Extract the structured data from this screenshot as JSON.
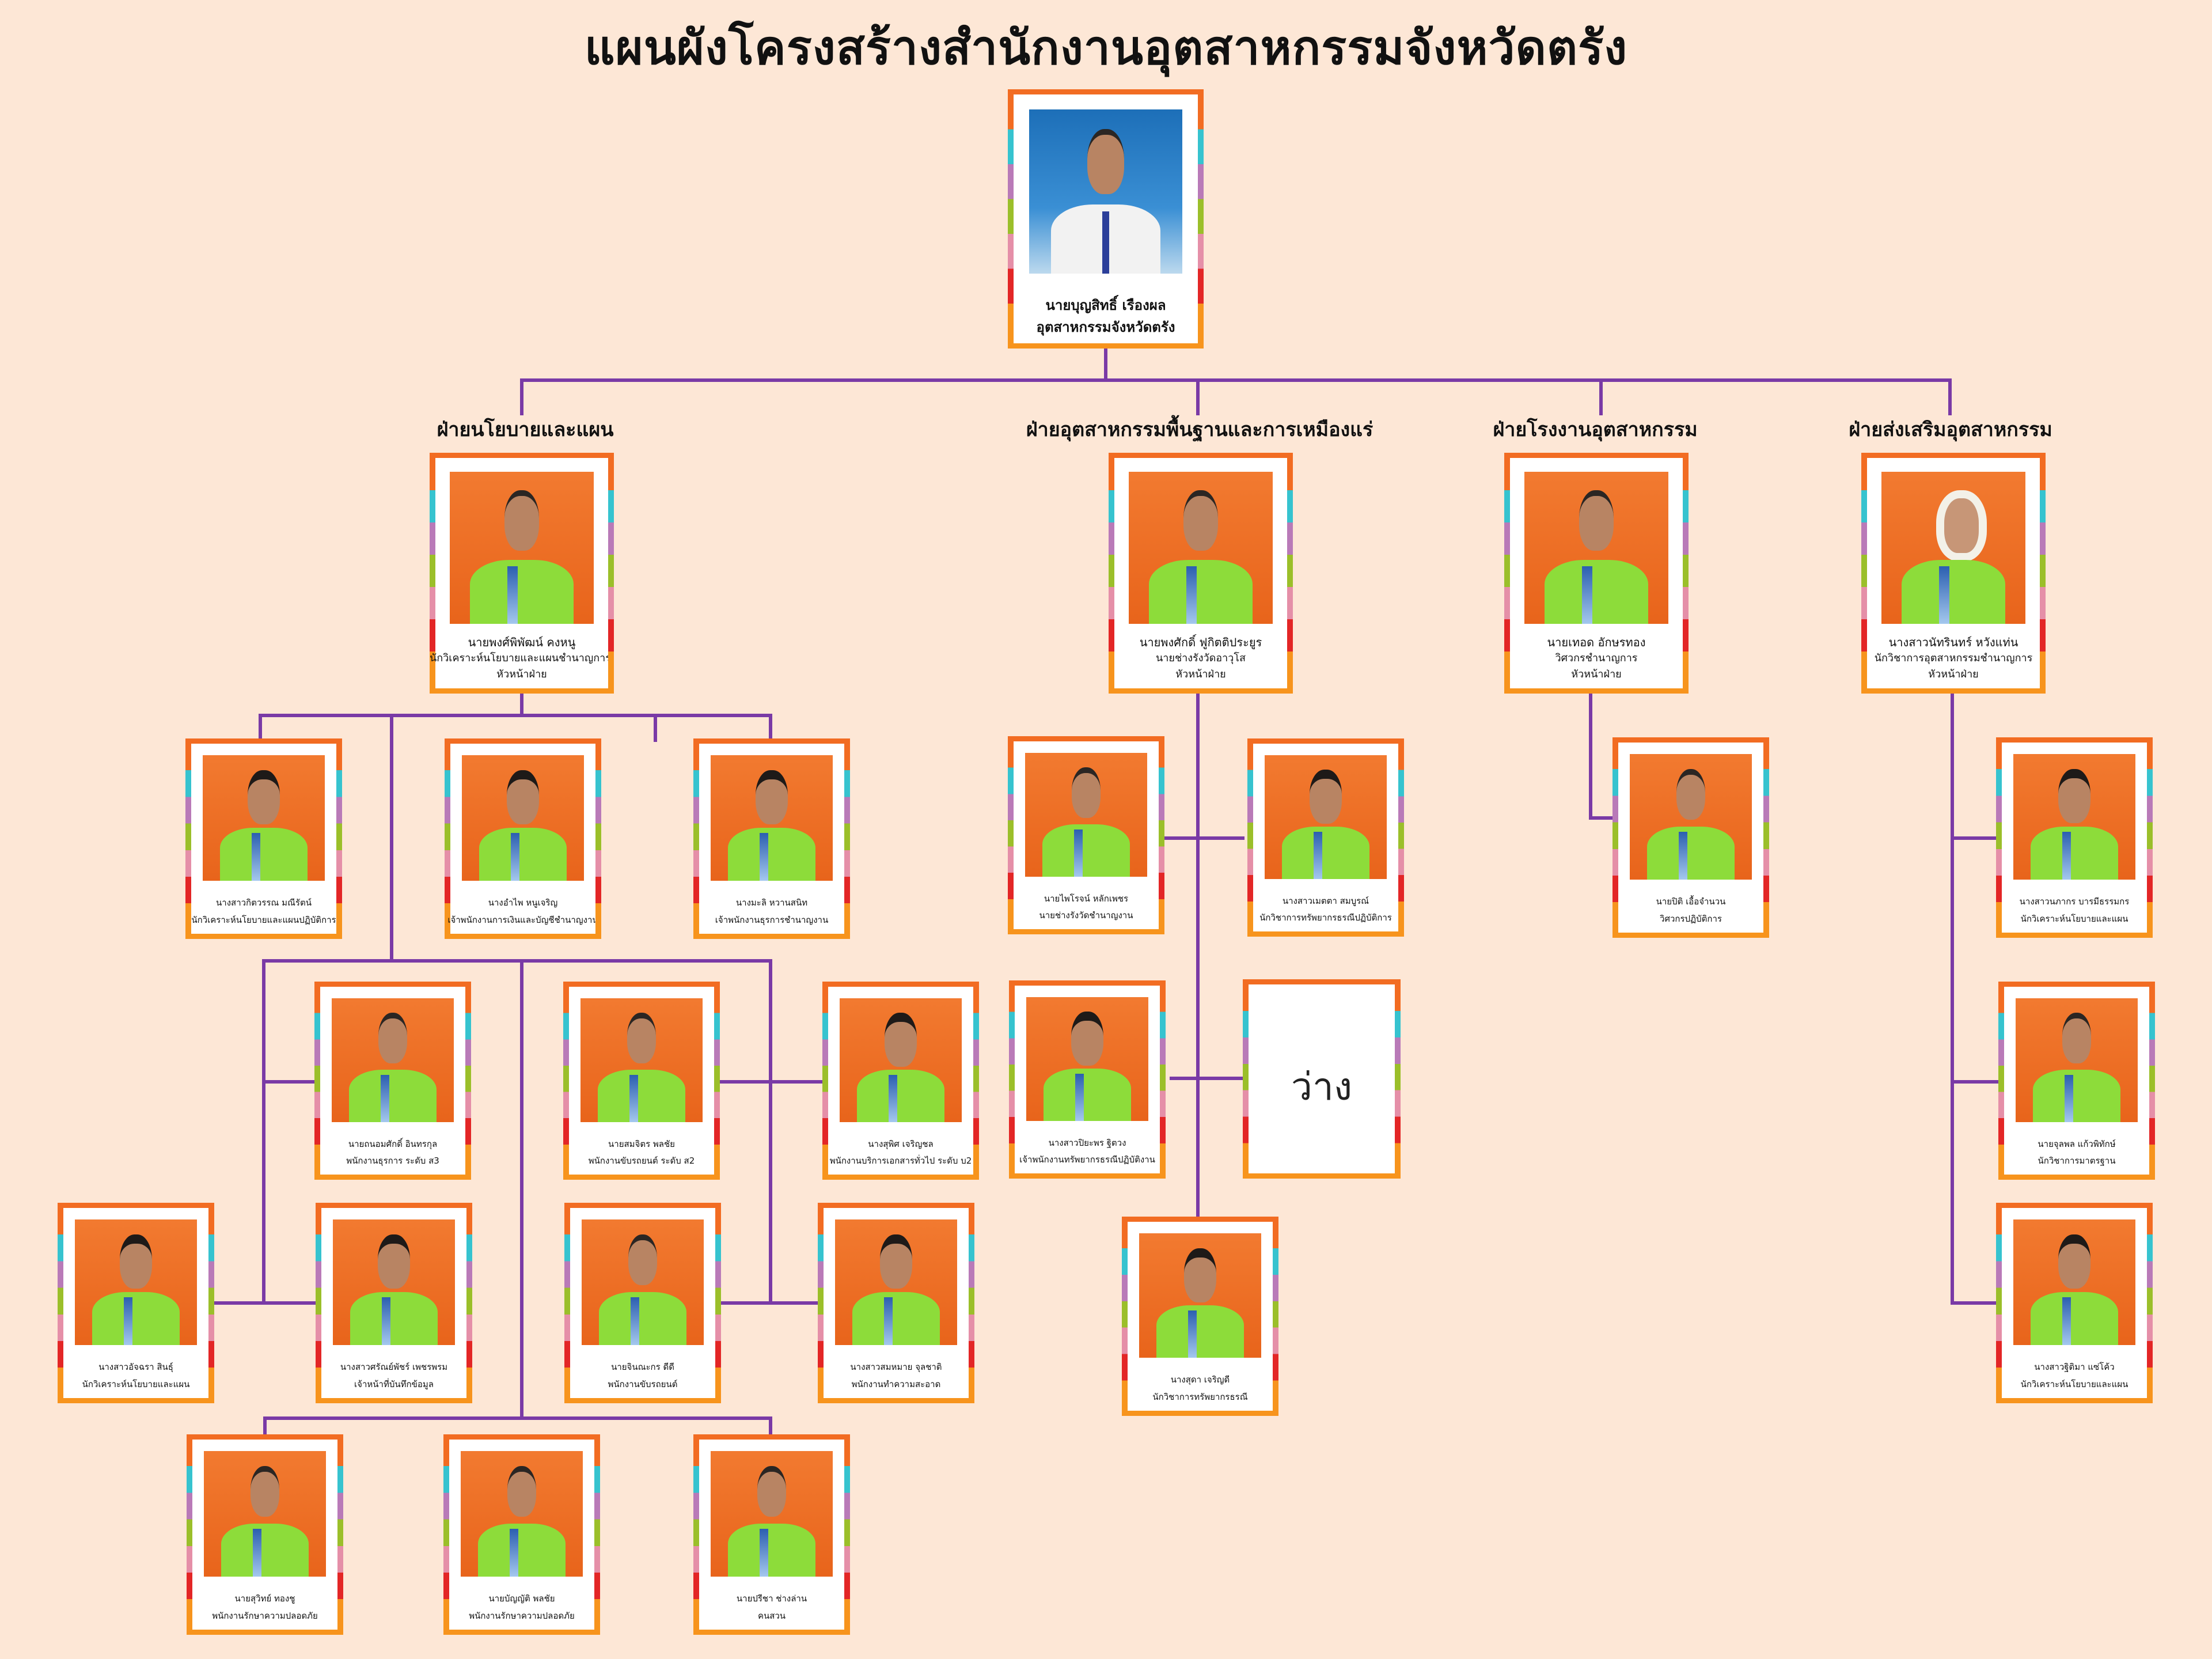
{
  "title": "แผนผังโครงสร้างสำนักงานอุตสาหกรรมจังหวัดตรัง",
  "colors": {
    "line": "#7a3aa6",
    "background": "#fde7d6",
    "card_border": "#f26c22"
  },
  "director": {
    "name": "นายบุญสิทธิ์ เรืองผล",
    "position": "อุตสาหกรรมจังหวัดตรัง",
    "icon": "portrait-icon"
  },
  "departments": [
    {
      "label": "ฝ่ายนโยบายและแผน"
    },
    {
      "label": "ฝ่ายอุตสาหกรรมพื้นฐานและการเหมืองแร่"
    },
    {
      "label": "ฝ่ายโรงงานอุตสาหกรรม"
    },
    {
      "label": "ฝ่ายส่งเสริมอุตสาหกรรม"
    }
  ],
  "heads": [
    {
      "name": "นายพงศ์พิพัฒน์ คงหนู",
      "position": "นักวิเคราะห์นโยบายและแผนชำนาญการพิเศษ",
      "role": "หัวหน้าฝ่าย"
    },
    {
      "name": "นายพงศักดิ์ ฟูกิตติประยูร",
      "position": "นายช่างรังวัดอาวุโส",
      "role": "หัวหน้าฝ่าย"
    },
    {
      "name": "นายเทอด อักษรทอง",
      "position": "วิศวกรชำนาญการ",
      "role": "หัวหน้าฝ่าย"
    },
    {
      "name": "นางสาวนัทรินทร์ หวังแท่น",
      "position": "นักวิชาการอุตสาหกรรมชำนาญการ",
      "role": "หัวหน้าฝ่าย"
    }
  ],
  "policy_row1": [
    {
      "name": "นางสาวกิตวรรณ มณีรัตน์",
      "position": "นักวิเคราะห์นโยบายและแผนปฏิบัติการ"
    },
    {
      "name": "นางอำไพ หนูเจริญ",
      "position": "เจ้าพนักงานการเงินและบัญชีชำนาญงาน"
    },
    {
      "name": "นางมะลิ หวานสนิท",
      "position": "เจ้าพนักงานธุรการชำนาญงาน"
    }
  ],
  "policy_row2": [
    {
      "name": "นายถนอมศักดิ์ อินทรกุล",
      "position": "พนักงานธุรการ ระดับ ส3"
    },
    {
      "name": "นายสมจิตร พลชัย",
      "position": "พนักงานขับรถยนต์ ระดับ ส2"
    },
    {
      "name": "นางสุพิศ เจริญชล",
      "position": "พนักงานบริการเอกสารทั่วไป ระดับ บ2"
    }
  ],
  "policy_row3": [
    {
      "name": "นางสาวอัจฉรา สินธุ์",
      "position": "นักวิเคราะห์นโยบายและแผน"
    },
    {
      "name": "นางสาวศรัณย์พัชร์ เพชรพรม",
      "position": "เจ้าหน้าที่บันทึกข้อมูล"
    },
    {
      "name": "นายจินณะกร ดีดี",
      "position": "พนักงานขับรถยนต์"
    },
    {
      "name": "นางสาวสมหมาย จุลชาติ",
      "position": "พนักงานทำความสะอาด"
    }
  ],
  "policy_row4": [
    {
      "name": "นายสุวิทย์ ทองชู",
      "position": "พนักงานรักษาความปลอดภัย"
    },
    {
      "name": "นายบัญญัติ พลชัย",
      "position": "พนักงานรักษาความปลอดภัย"
    },
    {
      "name": "นายปรีชา ช่างล่าน",
      "position": "คนสวน"
    }
  ],
  "mining_staff": [
    {
      "name": "นายไพโรจน์ หลักเพชร",
      "position": "นายช่างรังวัดชำนาญงาน"
    },
    {
      "name": "นางสาวเมตตา สมบูรณ์",
      "position": "นักวิชาการทรัพยากรธรณีปฏิบัติการ"
    },
    {
      "name": "นางสาวปิยะพร ฐิตวง",
      "position": "เจ้าพนักงานทรัพยากรธรณีปฏิบัติงาน"
    },
    {
      "name": "นางสุดา เจริญดี",
      "position": "นักวิชาการทรัพยากรธรณี"
    }
  ],
  "vacant_label": "ว่าง",
  "factory_staff": [
    {
      "name": "นายปิติ เอื้อจำนวน",
      "position": "วิศวกรปฏิบัติการ"
    }
  ],
  "promotion_staff": [
    {
      "name": "นางสาวนภากร บารมีธรรมกร",
      "position": "นักวิเคราะห์นโยบายและแผน"
    },
    {
      "name": "นายจุลพล แก้วพิทักษ์",
      "position": "นักวิชาการมาตรฐาน"
    },
    {
      "name": "นางสาวฐิติมา แซ่โค้ว",
      "position": "นักวิเคราะห์นโยบายและแผน"
    }
  ]
}
